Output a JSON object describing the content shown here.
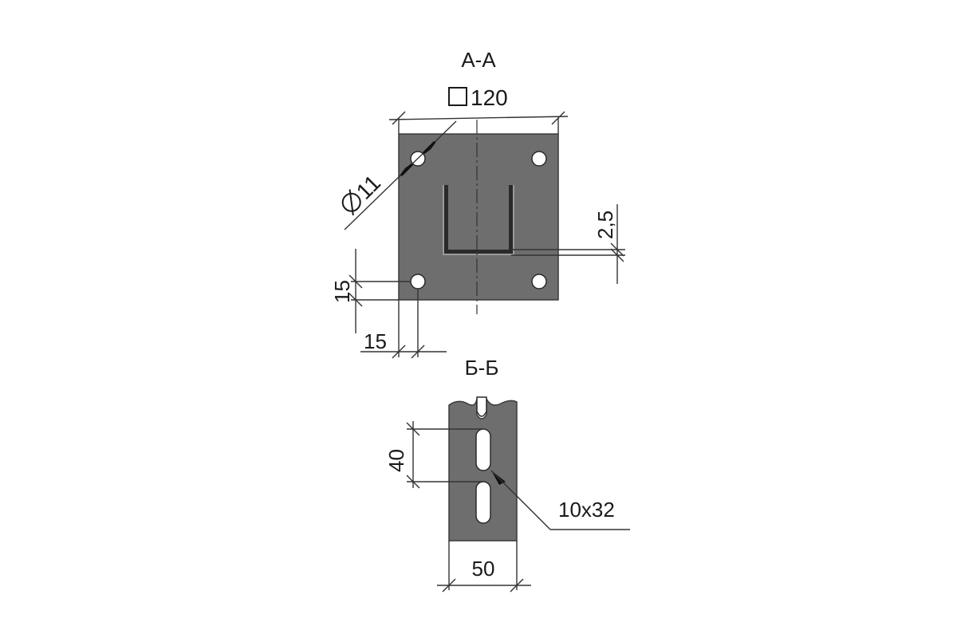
{
  "section_a": {
    "title": "А-А",
    "size_label": "120",
    "hole_diameter_label": "11",
    "thickness_label": "2,5",
    "offset_vertical_label": "15",
    "offset_horizontal_label": "15"
  },
  "section_b": {
    "title": "Б-Б",
    "pitch_label": "40",
    "slot_label": "10x32",
    "width_label": "50"
  },
  "colors": {
    "metal": "#6e6e6e",
    "line": "#333333"
  }
}
